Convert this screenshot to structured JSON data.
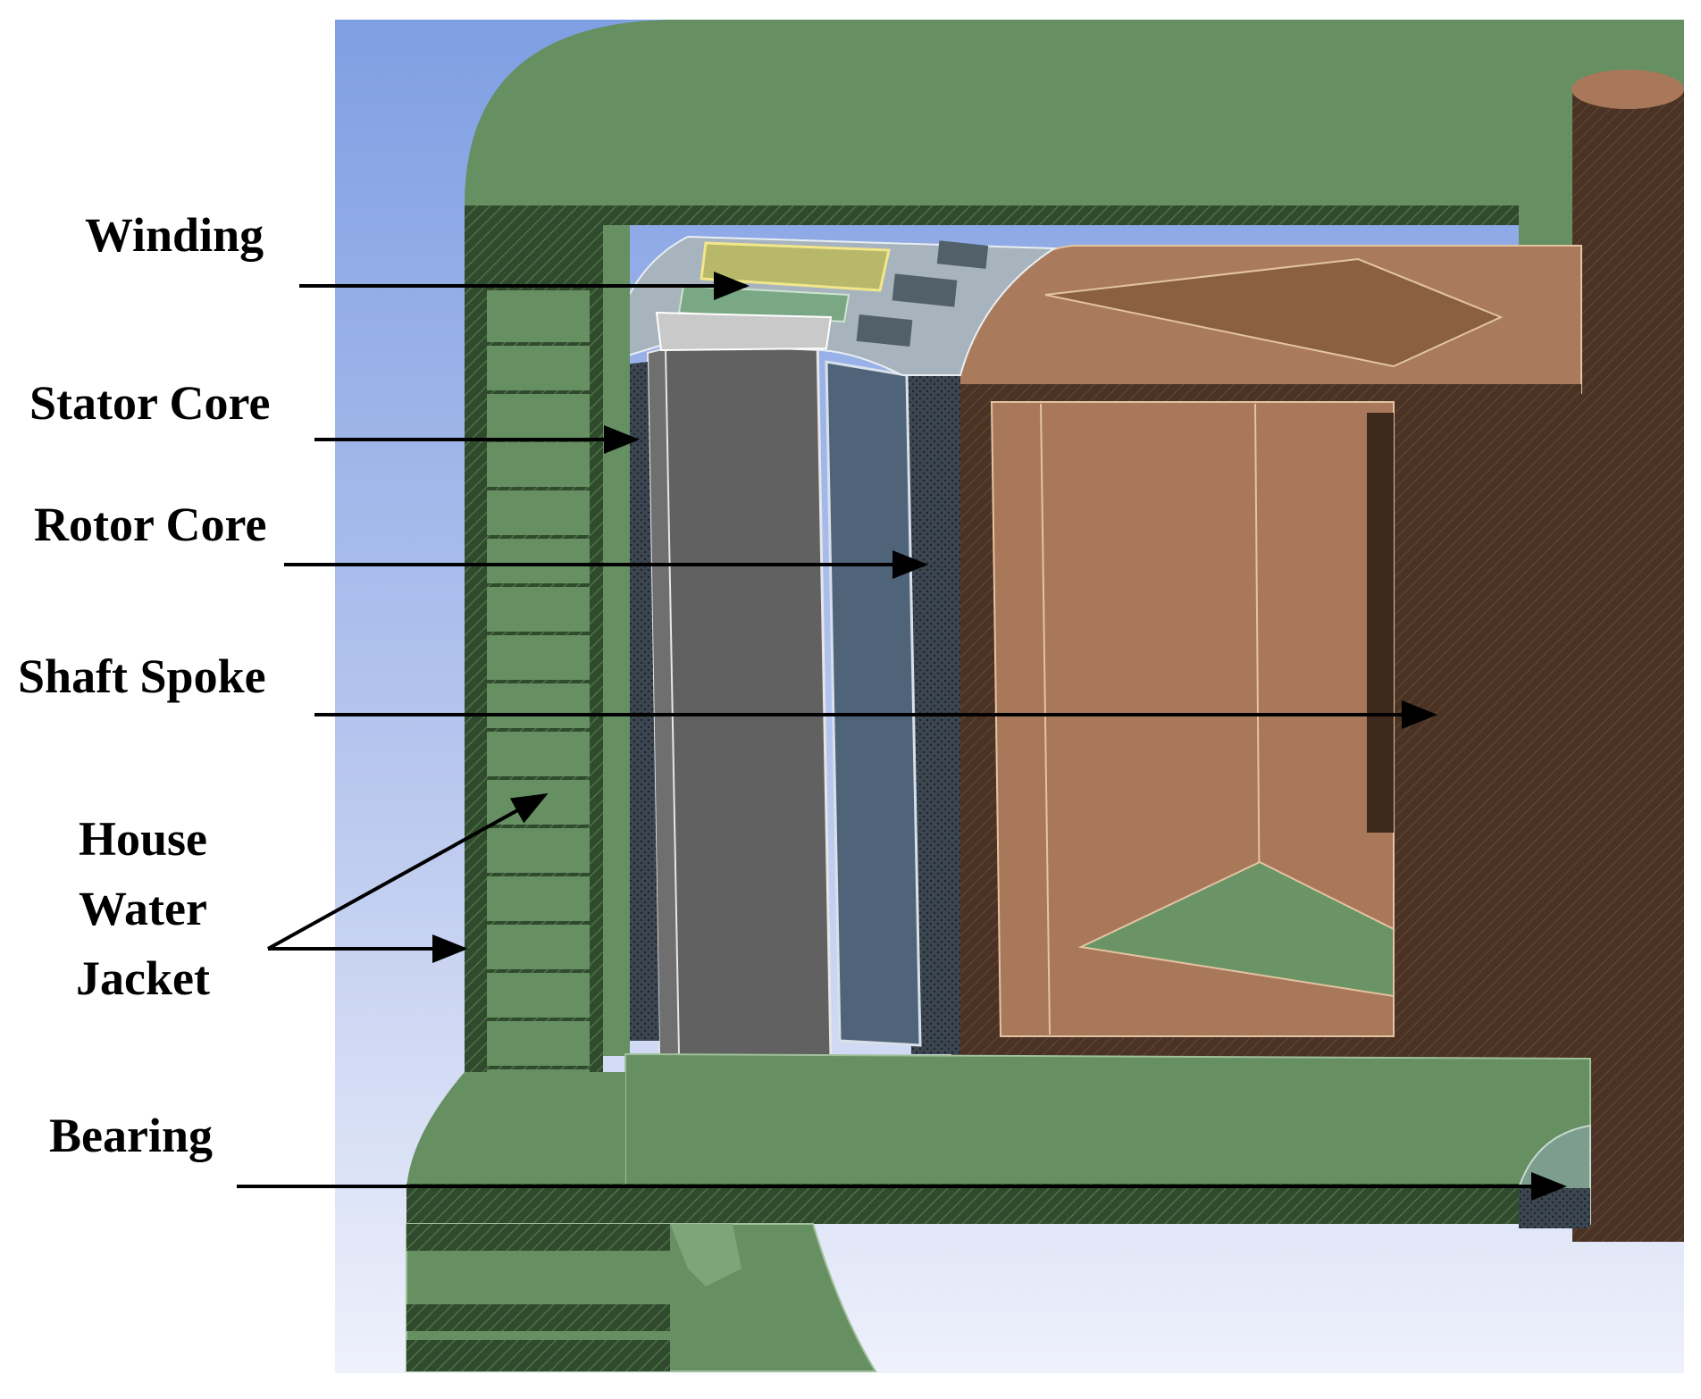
{
  "labels": {
    "winding": "Winding",
    "stator_core": "Stator Core",
    "rotor_core": "Rotor Core",
    "shaft_spoke": "Shaft Spoke",
    "house_water_jacket": [
      "House",
      "Water",
      "Jacket"
    ],
    "bearing": "Bearing"
  },
  "colors": {
    "background_sky_top": "#7f9fe3",
    "background_sky_bottom": "#eef1fb",
    "housing_green": "#5f8a5a",
    "housing_dark": "#2f4a2c",
    "winding_yellow": "#b8b86a",
    "stator_grey": "#616161",
    "rotor_blue": "#4f6379",
    "spoke_tan": "#a9785a",
    "shaft_brown": "#4a3324",
    "arrow": "#000000"
  }
}
